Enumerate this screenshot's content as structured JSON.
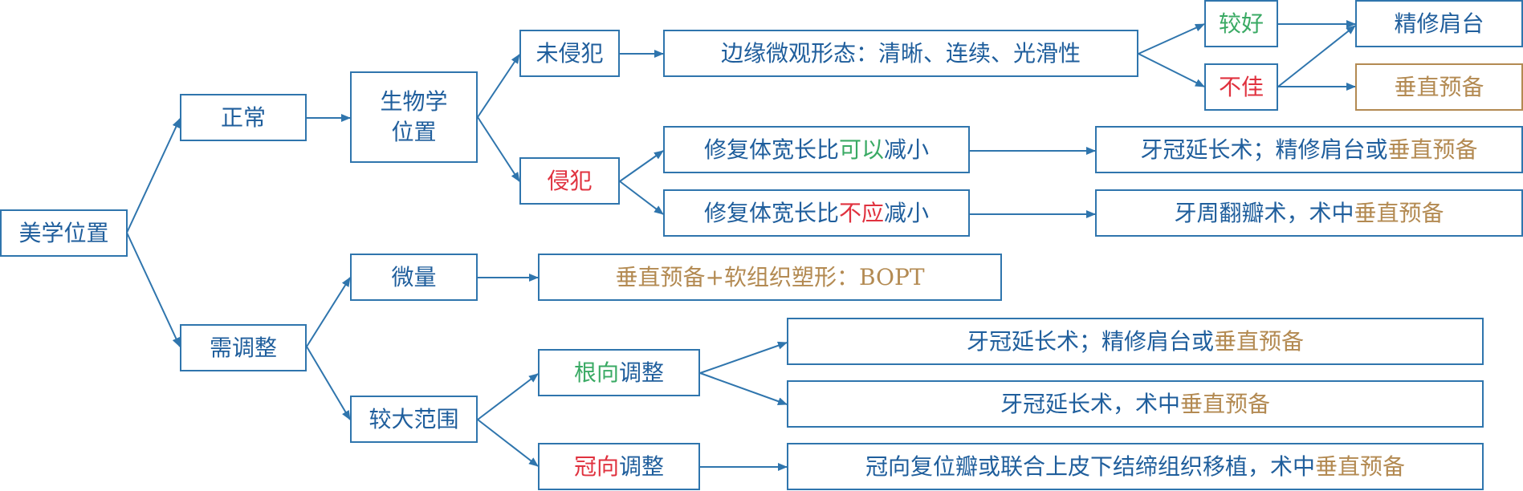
{
  "colors": {
    "line": "#2f75ad",
    "text": "#1f5e9c",
    "green": "#3aaa64",
    "red": "#e0323f",
    "orange": "#b38a52"
  },
  "nodes": {
    "aesthetic_position": [
      {
        "t": "美学位置",
        "c": "blue"
      }
    ],
    "normal": [
      {
        "t": "正常",
        "c": "blue"
      }
    ],
    "needs_adjustment": [
      {
        "t": "需调整",
        "c": "blue"
      }
    ],
    "biological_position": [
      {
        "t": "生物学",
        "c": "blue"
      },
      {
        "t": "位置",
        "c": "blue",
        "br": true
      }
    ],
    "not_invaded": [
      {
        "t": "未侵犯",
        "c": "blue"
      }
    ],
    "invaded": [
      {
        "t": "侵犯",
        "c": "red"
      }
    ],
    "margin_morphology": [
      {
        "t": "边缘微观形态：清晰、连续、光滑性",
        "c": "blue"
      }
    ],
    "good": [
      {
        "t": "较好",
        "c": "green"
      }
    ],
    "poor": [
      {
        "t": "不佳",
        "c": "red"
      }
    ],
    "refined_shoulder": [
      {
        "t": "精修肩台",
        "c": "blue"
      }
    ],
    "vertical_prep": [
      {
        "t": "垂直预备",
        "c": "orange"
      }
    ],
    "ratio_can_reduce": [
      {
        "t": "修复体宽长比",
        "c": "blue"
      },
      {
        "t": "可以",
        "c": "green"
      },
      {
        "t": "减小",
        "c": "blue"
      }
    ],
    "ratio_should_not_reduce": [
      {
        "t": "修复体宽长比",
        "c": "blue"
      },
      {
        "t": "不应",
        "c": "red"
      },
      {
        "t": "减小",
        "c": "blue"
      }
    ],
    "crown_lengthening_1": [
      {
        "t": "牙冠延长术；精修肩台或",
        "c": "blue"
      },
      {
        "t": "垂直预备",
        "c": "orange"
      }
    ],
    "periodontal_flap": [
      {
        "t": "牙周翻瓣术，术中",
        "c": "blue"
      },
      {
        "t": "垂直预备",
        "c": "orange"
      }
    ],
    "slight": [
      {
        "t": "微量",
        "c": "blue"
      }
    ],
    "large_range": [
      {
        "t": "较大范围",
        "c": "blue"
      }
    ],
    "vertical_bopt": [
      {
        "t": "垂直预备+软组织塑形：BOPT",
        "c": "orange"
      }
    ],
    "apical_adjust": [
      {
        "t": "根向",
        "c": "green"
      },
      {
        "t": "调整",
        "c": "blue"
      }
    ],
    "coronal_adjust": [
      {
        "t": "冠向",
        "c": "red"
      },
      {
        "t": "调整",
        "c": "blue"
      }
    ],
    "crown_lengthening_2": [
      {
        "t": "牙冠延长术；精修肩台或",
        "c": "blue"
      },
      {
        "t": "垂直预备",
        "c": "orange"
      }
    ],
    "crown_lengthening_3": [
      {
        "t": "牙冠延长术，术中",
        "c": "blue"
      },
      {
        "t": "垂直预备",
        "c": "orange"
      }
    ],
    "coronal_flap": [
      {
        "t": "冠向复位瓣或联合上皮下结缔组织移植，术中",
        "c": "blue"
      },
      {
        "t": "垂直预备",
        "c": "orange"
      }
    ]
  }
}
